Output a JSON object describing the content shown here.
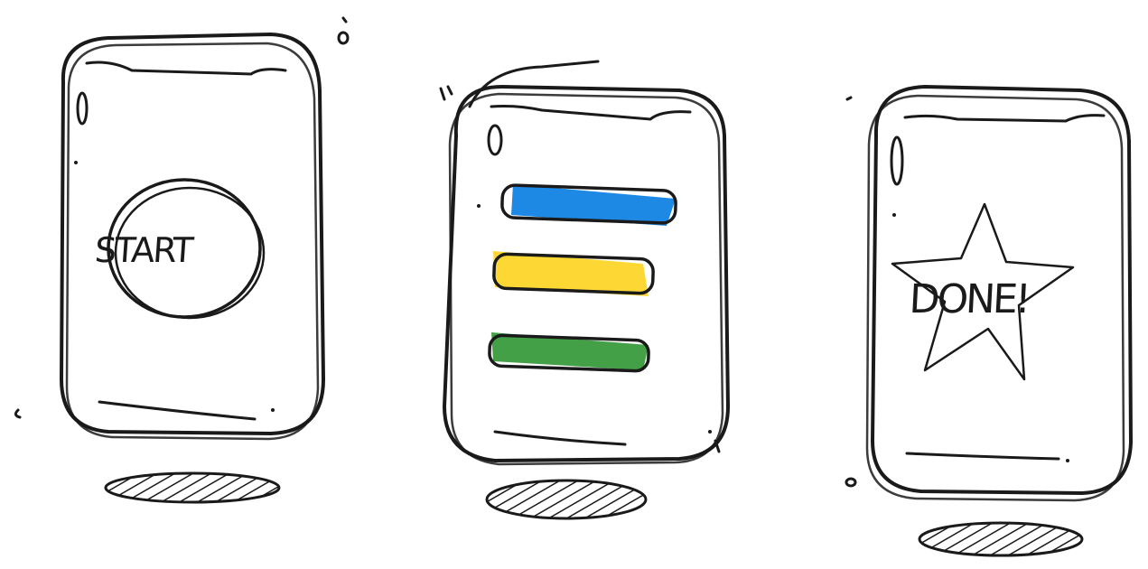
{
  "colors": {
    "ink": "#1a1a1a",
    "paper": "#ffffff",
    "option_1": "#1e88e5",
    "option_2": "#fdd835",
    "option_3": "#43a047"
  },
  "screens": [
    {
      "id": "start",
      "button_label": "START",
      "icon": "circle-button-icon"
    },
    {
      "id": "options",
      "bars": [
        "blue",
        "yellow",
        "green"
      ],
      "icon": "list-icon"
    },
    {
      "id": "done",
      "message": "DONE!",
      "icon": "star-icon"
    }
  ]
}
